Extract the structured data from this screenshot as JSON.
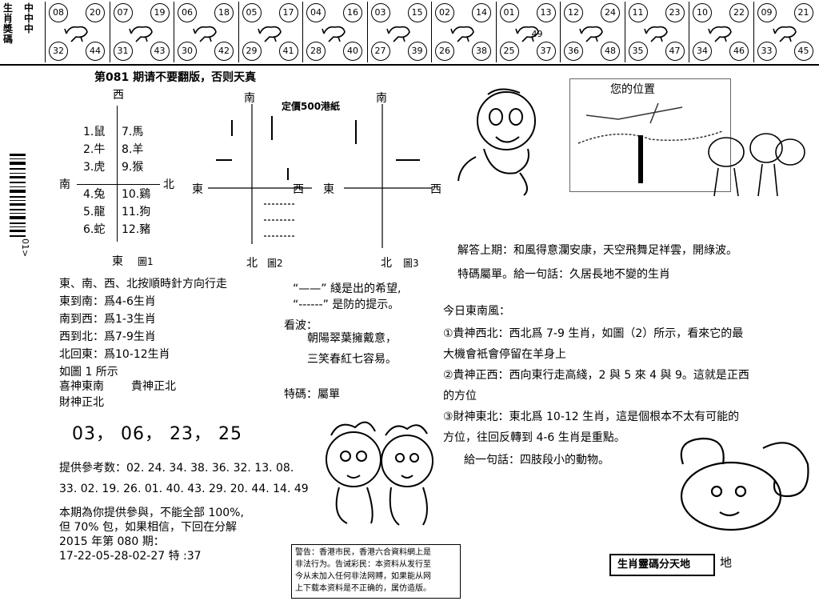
{
  "strip": {
    "brand_left": "生肖獎碼",
    "brand_right": "中中中",
    "cells": [
      {
        "top": "08",
        "bottom_left": "32",
        "top_right": "20",
        "bottom_right": "44"
      },
      {
        "top": "07",
        "bottom_left": "31",
        "top_right": "19",
        "bottom_right": "43"
      },
      {
        "top": "06",
        "bottom_left": "30",
        "top_right": "18",
        "bottom_right": "42"
      },
      {
        "top": "05",
        "bottom_left": "29",
        "top_right": "17",
        "bottom_right": "41"
      },
      {
        "top": "04",
        "bottom_left": "28",
        "top_right": "16",
        "bottom_right": "40"
      },
      {
        "top": "03",
        "bottom_left": "27",
        "top_right": "15",
        "bottom_right": "39"
      },
      {
        "top": "02",
        "bottom_left": "26",
        "top_right": "14",
        "bottom_right": "38"
      },
      {
        "top": "01",
        "bottom_left": "25",
        "top_right": "13",
        "bottom_right": "37",
        "extra": "49"
      },
      {
        "top": "12",
        "bottom_left": "36",
        "top_right": "24",
        "bottom_right": "48"
      },
      {
        "top": "11",
        "bottom_left": "35",
        "top_right": "23",
        "bottom_right": "47"
      },
      {
        "top": "10",
        "bottom_left": "34",
        "top_right": "22",
        "bottom_right": "46"
      },
      {
        "top": "09",
        "bottom_left": "33",
        "top_right": "21",
        "bottom_right": "45"
      }
    ]
  },
  "header": {
    "issue_line": "第081 期请不要翻版，否则天真",
    "price": "定價500港紙"
  },
  "fig1": {
    "west": "西",
    "south": "南",
    "north": "北",
    "east": "東",
    "caption": "圖1",
    "left_list": [
      "1.鼠",
      "2.牛",
      "3.虎",
      "4.兔",
      "5.龍",
      "6.蛇"
    ],
    "right_list": [
      "7.馬",
      "8.羊",
      "9.猴",
      "10.鷄",
      "11.狗",
      "12.豬"
    ]
  },
  "fig2": {
    "south": "南",
    "east": "東",
    "west": "西",
    "north": "北",
    "caption": "圖2"
  },
  "fig3": {
    "south": "南",
    "east": "東",
    "west": "西",
    "north": "北",
    "caption": "圖3"
  },
  "barcode_label": "01>",
  "illustration": {
    "location_sign": "您的位置"
  },
  "rules": {
    "intro": "東、南、西、北按順時針方向行走",
    "lines": [
      "東到南：爲4-6生肖",
      "南到西：爲1-3生肖",
      "西到北：爲7-9生肖",
      "北回東：爲10-12生肖"
    ],
    "fig_ref": "如圖 1 所示",
    "gods_1": "喜神東南",
    "gods_2": "貴神正北",
    "gods_3": "財神正北"
  },
  "legend": {
    "hope": "“——” 綫是出的希望,",
    "guard": "“------” 是防的提示。",
    "kanbo": "看波：",
    "poem_1": "朝陽翠葉擁戴意，",
    "poem_2": "三笑春紅七容易。",
    "special": "特碼：屬單"
  },
  "numbers": {
    "main": "03， 06， 23， 25"
  },
  "reference": {
    "label": "提供參考数：02. 24. 34. 38. 36. 32. 13. 08.",
    "line2": "33. 02. 19. 26. 01. 40. 43. 29. 20. 44. 14. 49"
  },
  "promo": {
    "l1": "本期為你提供參與，不能全部 100%,",
    "l2": "但 70% 包，如果相信，下回在分解",
    "l3": "2015 年第 080 期：",
    "l4": "17-22-05-28-02-27 特 :37"
  },
  "warning": {
    "l1": "警告：香港市民，香港六合資料網上是",
    "l2": "非法行为。告诫彩民：本资料从发行至",
    "l3": "今从未加入任何非法网赙，如果能从网",
    "l4": "上下载本资料是不正确的，属仿造版。"
  },
  "right": {
    "answer": "解答上期：和風得意瀾安康，天空飛舞足祥雲，開綠波。",
    "special": "特碼屬單。給一句話：久居長地不變的生肖",
    "wind": "今日東南風：",
    "p1a": "①貴神西北：西北爲 7-9 生肖，如圖（2）所示，看來它的最",
    "p1b": "大機會衹會停留在羊身上",
    "p2a": "②貴神正西：西向東行走高綫，2 與 5 來 4 與 9。這就是正西",
    "p2b": "的方位",
    "p3a": "③財神東北：東北爲 10-12 生肖，這是個根本不太有可能的",
    "p3b": "方位，往回反轉到 4-6 生肖是重點。",
    "hint": "給一句話：四肢段小的動物。",
    "box_label": "生肖靈碼分天地",
    "box_suffix": "地"
  }
}
